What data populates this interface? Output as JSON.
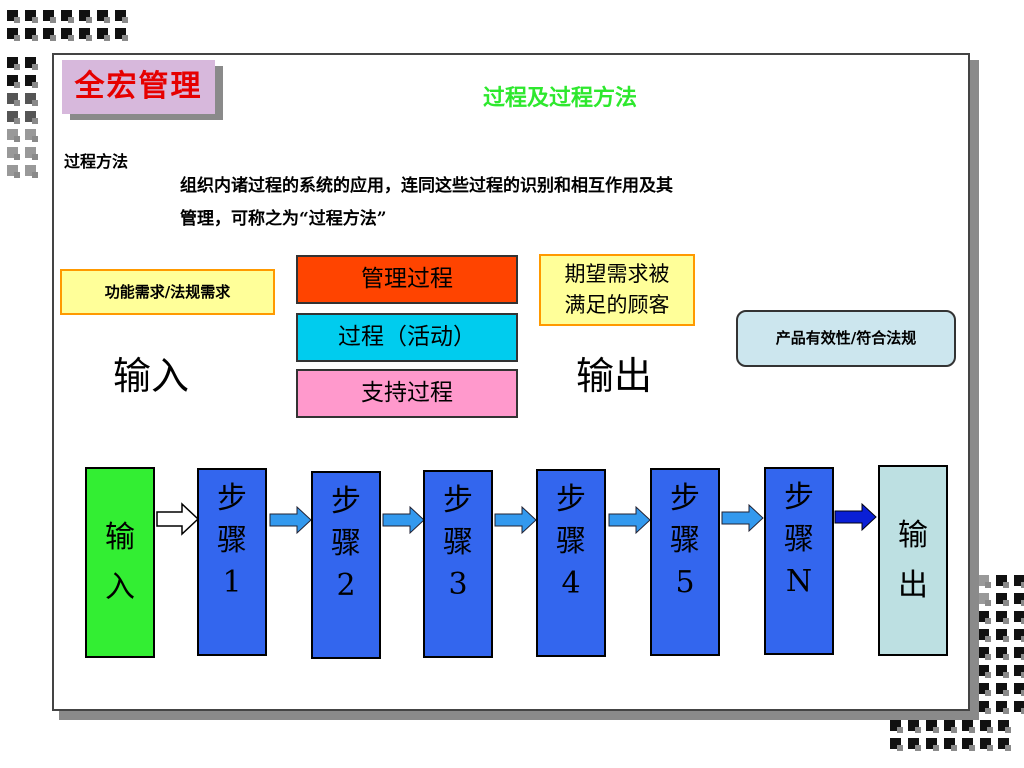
{
  "header": {
    "brand": "全宏管理",
    "title": "过程及过程方法"
  },
  "definition": {
    "label": "过程方法",
    "line1": "组织内诸过程的系统的应用，连同这些过程的识别和相互作用及其",
    "line2": "管理，可称之为“过程方法”"
  },
  "concept": {
    "requirements": "功能需求/法规需求",
    "management": "管理过程",
    "activity": "过程（活动）",
    "support": "支持过程",
    "customer_line1": "期望需求被",
    "customer_line2": "满足的顾客",
    "product": "产品有效性/符合法规",
    "input_label": "输入",
    "output_label": "输出"
  },
  "flow": {
    "input": [
      "输",
      "入"
    ],
    "output": [
      "输",
      "出"
    ],
    "steps": [
      [
        "步",
        "骤",
        "1"
      ],
      [
        "步",
        "骤",
        "2"
      ],
      [
        "步",
        "骤",
        "3"
      ],
      [
        "步",
        "骤",
        "4"
      ],
      [
        "步",
        "骤",
        "5"
      ],
      [
        "步",
        "骤",
        "N"
      ]
    ]
  },
  "colors": {
    "brand_text": "#e60000",
    "title_text": "#2ee82e",
    "management": "#ff4400",
    "activity": "#00ccee",
    "support": "#ff99cc",
    "step": "#3366ee",
    "flow_input": "#33ee33",
    "flow_output": "#bde0e2"
  }
}
